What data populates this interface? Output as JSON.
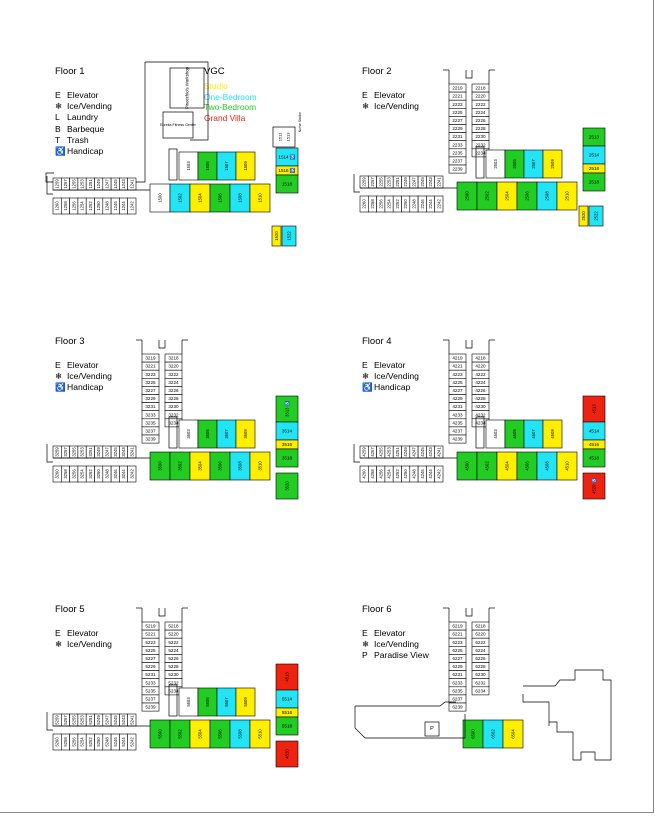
{
  "colors": {
    "studio": "#ffee00",
    "one_bedroom": "#22e4f4",
    "two_bedroom": "#22cc22",
    "grand_villa": "#ee2211",
    "plain": "#ffffff",
    "line": "#000000"
  },
  "icons": {
    "ice_vending": "snowflake-icon",
    "handicap": "wheelchair-icon",
    "elevator": "elevator-icon"
  },
  "vgc": {
    "title": "VGC",
    "studio": "Studio",
    "one_bedroom": "One-Bedroom",
    "two_bedroom": "Two-Bedroom",
    "grand_villa": "Grand Villa"
  },
  "facilities": {
    "pinocchio": "Pinocchio's Workshop",
    "eureka": "Eureka Fitness Center",
    "nurse_station": "Nurse Station",
    "barbeque_mark": "B"
  },
  "floors": [
    {
      "title": "Floor 1",
      "legend": [
        {
          "key": "E",
          "label": "Elevator"
        },
        {
          "key": "❄",
          "label": "Ice/Vending"
        },
        {
          "key": "L",
          "label": "Laundry"
        },
        {
          "key": "B",
          "label": "Barbeque"
        },
        {
          "key": "T",
          "label": "Trash"
        },
        {
          "key": "♿",
          "label": "Handicap"
        }
      ],
      "tower_left": [],
      "tower_right": [],
      "west_top": [
        "1259",
        "1257",
        "1255",
        "1253",
        "1251",
        "1249",
        "1247",
        "1245",
        "1243",
        "1241"
      ],
      "west_bottom": [
        "1260",
        "1258",
        "1256",
        "1254",
        "1252",
        "1250",
        "1248",
        "1246",
        "1244",
        "1242"
      ],
      "hub_top": [
        {
          "n": "1503",
          "t": "plain"
        },
        {
          "n": "1505",
          "t": "two"
        },
        {
          "n": "1507",
          "t": "one"
        },
        {
          "n": "1509",
          "t": "studio"
        }
      ],
      "hub_bottom": [
        {
          "n": "1500",
          "t": "plain"
        },
        {
          "n": "1502",
          "t": "one"
        },
        {
          "n": "1504",
          "t": "studio"
        },
        {
          "n": "1506",
          "t": "two"
        },
        {
          "n": "1508",
          "t": "one"
        },
        {
          "n": "1510",
          "t": "studio"
        }
      ],
      "east": [
        {
          "n": "1511",
          "t": "plain"
        },
        {
          "n": "1513",
          "t": "plain"
        },
        {
          "n": "1514 ♿",
          "t": "one"
        },
        {
          "n": "1516 ♿",
          "t": "studio"
        },
        {
          "n": "1518",
          "t": "two"
        },
        {
          "n": "1520",
          "t": "studio"
        },
        {
          "n": "1522",
          "t": "one"
        }
      ],
      "p_label": ""
    },
    {
      "title": "Floor 2",
      "legend": [
        {
          "key": "E",
          "label": "Elevator"
        },
        {
          "key": "❄",
          "label": "Ice/Vending"
        }
      ],
      "tower_left": [
        "2219",
        "2221",
        "2223",
        "2225",
        "2227",
        "2229",
        "2231",
        "2233",
        "2235",
        "2237",
        "2239"
      ],
      "tower_right": [
        "2218",
        "2220",
        "2222",
        "2224",
        "2226",
        "2228",
        "2230",
        "2232",
        "2234"
      ],
      "west_top": [
        "2259",
        "2257",
        "2255",
        "2253",
        "2251",
        "2249",
        "2247",
        "2245",
        "2243",
        "2241"
      ],
      "west_bottom": [
        "2260",
        "2258",
        "2256",
        "2254",
        "2252",
        "2250",
        "2248",
        "2246",
        "2244",
        "2242"
      ],
      "hub_top": [
        {
          "n": "2503",
          "t": "plain"
        },
        {
          "n": "2505",
          "t": "two"
        },
        {
          "n": "2507",
          "t": "one"
        },
        {
          "n": "2509",
          "t": "studio"
        }
      ],
      "hub_bottom": [
        {
          "n": "2500",
          "t": "two"
        },
        {
          "n": "2502",
          "t": "two"
        },
        {
          "n": "2504",
          "t": "studio"
        },
        {
          "n": "2506",
          "t": "two"
        },
        {
          "n": "2508",
          "t": "one"
        },
        {
          "n": "2510",
          "t": "studio"
        }
      ],
      "east": [
        {
          "n": "2513",
          "t": "two"
        },
        {
          "n": "2514",
          "t": "one"
        },
        {
          "n": "2516",
          "t": "studio"
        },
        {
          "n": "2518",
          "t": "two"
        },
        {
          "n": "2520",
          "t": "studio"
        },
        {
          "n": "2522",
          "t": "one"
        }
      ],
      "p_label": ""
    },
    {
      "title": "Floor 3",
      "legend": [
        {
          "key": "E",
          "label": "Elevator"
        },
        {
          "key": "❄",
          "label": "Ice/Vending"
        },
        {
          "key": "♿",
          "label": "Handicap"
        }
      ],
      "tower_left": [
        "3219",
        "3221",
        "3223",
        "3225",
        "3227",
        "3229",
        "3231",
        "3233",
        "3235",
        "3237",
        "3239"
      ],
      "tower_right": [
        "3218",
        "3220",
        "3222",
        "3224",
        "3226",
        "3228",
        "3230",
        "3232",
        "3234"
      ],
      "west_top": [
        "3259",
        "3257",
        "3255",
        "3253",
        "3251",
        "3249",
        "3247",
        "3245",
        "3243",
        "3241"
      ],
      "west_bottom": [
        "3260",
        "3258",
        "3256",
        "3254",
        "3252",
        "3250",
        "3248",
        "3246",
        "3244",
        "3242"
      ],
      "hub_top": [
        {
          "n": "3503",
          "t": "plain"
        },
        {
          "n": "3505",
          "t": "two"
        },
        {
          "n": "3507",
          "t": "one"
        },
        {
          "n": "3509",
          "t": "studio"
        }
      ],
      "hub_bottom": [
        {
          "n": "3500",
          "t": "two"
        },
        {
          "n": "3502",
          "t": "two"
        },
        {
          "n": "3504",
          "t": "studio"
        },
        {
          "n": "3506",
          "t": "two"
        },
        {
          "n": "3508",
          "t": "one"
        },
        {
          "n": "3510",
          "t": "studio"
        }
      ],
      "east": [
        {
          "n": "3513 ♿",
          "t": "two"
        },
        {
          "n": "3514",
          "t": "one"
        },
        {
          "n": "3516",
          "t": "studio"
        },
        {
          "n": "3518",
          "t": "two"
        },
        {
          "n": "3520",
          "t": "two"
        }
      ],
      "p_label": ""
    },
    {
      "title": "Floor 4",
      "legend": [
        {
          "key": "E",
          "label": "Elevator"
        },
        {
          "key": "❄",
          "label": "Ice/Vending"
        },
        {
          "key": "♿",
          "label": "Handicap"
        }
      ],
      "tower_left": [
        "4219",
        "4221",
        "4223",
        "4225",
        "4227",
        "4229",
        "4231",
        "4233",
        "4235",
        "4237",
        "4239"
      ],
      "tower_right": [
        "4218",
        "4220",
        "4222",
        "4224",
        "4226",
        "4228",
        "4230",
        "4232",
        "4234"
      ],
      "west_top": [
        "4259",
        "4257",
        "4255",
        "4253",
        "4251",
        "4249",
        "4247",
        "4245",
        "4243",
        "4241"
      ],
      "west_bottom": [
        "4260",
        "4258",
        "4256",
        "4254",
        "4252",
        "4250",
        "4248",
        "4246",
        "4244",
        "4242"
      ],
      "hub_top": [
        {
          "n": "4503",
          "t": "plain"
        },
        {
          "n": "4505",
          "t": "two"
        },
        {
          "n": "4507",
          "t": "one"
        },
        {
          "n": "4509",
          "t": "studio"
        }
      ],
      "hub_bottom": [
        {
          "n": "4500",
          "t": "two"
        },
        {
          "n": "4502",
          "t": "two"
        },
        {
          "n": "4504",
          "t": "studio"
        },
        {
          "n": "4506",
          "t": "two"
        },
        {
          "n": "4508",
          "t": "one"
        },
        {
          "n": "4510",
          "t": "studio"
        }
      ],
      "east": [
        {
          "n": "4513",
          "t": "villa"
        },
        {
          "n": "4514",
          "t": "one"
        },
        {
          "n": "4516",
          "t": "studio"
        },
        {
          "n": "4518",
          "t": "two"
        },
        {
          "n": "4520 ♿",
          "t": "villa"
        }
      ],
      "p_label": ""
    },
    {
      "title": "Floor 5",
      "legend": [
        {
          "key": "E",
          "label": "Elevator"
        },
        {
          "key": "❄",
          "label": "Ice/Vending"
        }
      ],
      "tower_left": [
        "5219",
        "5221",
        "5223",
        "5225",
        "5227",
        "5229",
        "5231",
        "5233",
        "5235",
        "5237",
        "5239"
      ],
      "tower_right": [
        "5218",
        "5220",
        "5222",
        "5224",
        "5226",
        "5228",
        "5230",
        "5232",
        "5234"
      ],
      "west_top": [
        "5259",
        "5257",
        "5255",
        "5253",
        "5251",
        "5249",
        "5247",
        "5245",
        "5243",
        "5241"
      ],
      "west_bottom": [
        "5260",
        "5258",
        "5256",
        "5254",
        "5252",
        "5250",
        "5248",
        "5246",
        "5244",
        "5242"
      ],
      "hub_top": [
        {
          "n": "5503",
          "t": "plain"
        },
        {
          "n": "5505",
          "t": "two"
        },
        {
          "n": "5507",
          "t": "one"
        },
        {
          "n": "5509",
          "t": "studio"
        }
      ],
      "hub_bottom": [
        {
          "n": "5500",
          "t": "two"
        },
        {
          "n": "5502",
          "t": "two"
        },
        {
          "n": "5504",
          "t": "studio"
        },
        {
          "n": "5506",
          "t": "two"
        },
        {
          "n": "5508",
          "t": "one"
        },
        {
          "n": "5510",
          "t": "studio"
        }
      ],
      "east": [
        {
          "n": "4513",
          "t": "villa"
        },
        {
          "n": "5514",
          "t": "one"
        },
        {
          "n": "5516",
          "t": "studio"
        },
        {
          "n": "5518",
          "t": "two"
        },
        {
          "n": "4520",
          "t": "villa"
        }
      ],
      "p_label": ""
    },
    {
      "title": "Floor 6",
      "legend": [
        {
          "key": "E",
          "label": "Elevator"
        },
        {
          "key": "❄",
          "label": "Ice/Vending"
        },
        {
          "key": "P",
          "label": "Paradise View"
        }
      ],
      "tower_left": [
        "6219",
        "6221",
        "6223",
        "6225",
        "6227",
        "6229",
        "6231",
        "6233",
        "6235",
        "6237",
        "6239"
      ],
      "tower_right": [
        "6218",
        "6220",
        "6222",
        "6224",
        "6226",
        "6228",
        "6230",
        "6232",
        "6234"
      ],
      "west_top": [],
      "west_bottom": [],
      "hub_top": [],
      "hub_bottom": [
        {
          "n": "6500",
          "t": "two"
        },
        {
          "n": "6502",
          "t": "one"
        },
        {
          "n": "6504",
          "t": "studio"
        }
      ],
      "east": [],
      "p_label": "P"
    }
  ]
}
